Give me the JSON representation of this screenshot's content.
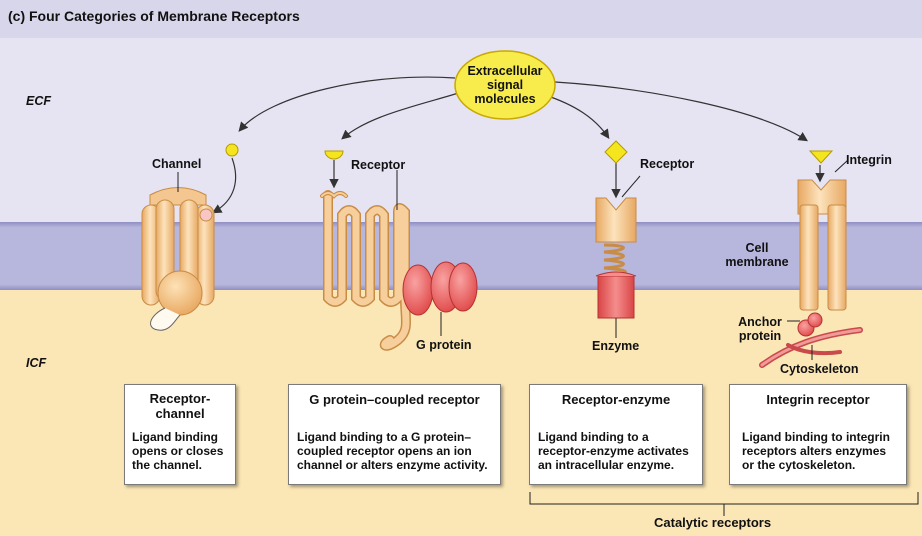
{
  "title": "(c) Four Categories of Membrane Receptors",
  "regions": {
    "ecf": "ECF",
    "icf": "ICF"
  },
  "signal": {
    "line1": "Extracellular",
    "line2": "signal",
    "line3": "molecules"
  },
  "labels": {
    "channel": "Channel",
    "receptor_gpcr": "Receptor",
    "receptor_enzyme": "Receptor",
    "integrin": "Integrin",
    "cell_membrane_1": "Cell",
    "cell_membrane_2": "membrane",
    "g_protein": "G protein",
    "enzyme": "Enzyme",
    "anchor_1": "Anchor",
    "anchor_2": "protein",
    "cytoskeleton": "Cytoskeleton"
  },
  "boxes": [
    {
      "title_1": "Receptor-",
      "title_2": "channel",
      "body": [
        "Ligand binding",
        "opens or closes",
        "the channel."
      ]
    },
    {
      "title_1": "G protein–coupled receptor",
      "title_2": "",
      "body": [
        "Ligand binding to a G protein–",
        "coupled receptor opens an ion",
        "channel or alters enzyme activity."
      ]
    },
    {
      "title_1": "Receptor-enzyme",
      "title_2": "",
      "body": [
        "Ligand binding to a",
        "receptor-enzyme activates",
        "an intracellular enzyme."
      ]
    },
    {
      "title_1": "Integrin receptor",
      "title_2": "",
      "body": [
        "Ligand binding to integrin",
        "receptors alters enzymes",
        "or the cytoskeleton."
      ]
    }
  ],
  "catalytic": "Catalytic receptors",
  "colors": {
    "ecf": "#e6e4f2",
    "membrane": "#b3b2d8",
    "icf": "#fbe6b5",
    "ligand": "#f5e51f",
    "receptor": "#f7ce98",
    "gprotein": "#ef6a6a",
    "enzyme": "#e86a6a"
  }
}
